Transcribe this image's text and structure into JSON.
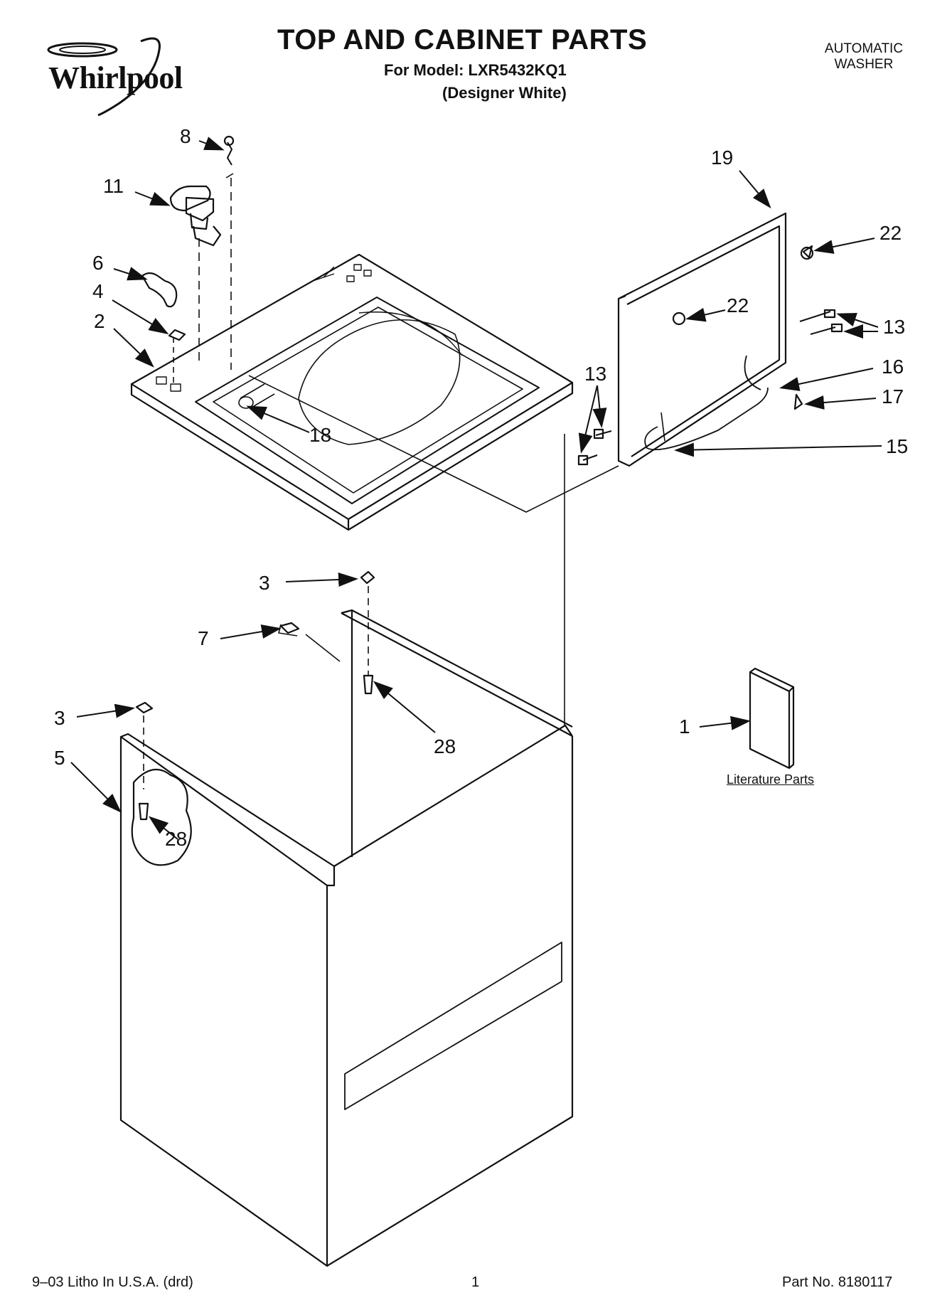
{
  "brand": {
    "logo_text": "Whirlpool"
  },
  "header": {
    "title": "TOP AND CABINET PARTS",
    "model": "For Model: LXR5432KQ1",
    "variant": "(Designer White)",
    "product_line1": "AUTOMATIC",
    "product_line2": "WASHER"
  },
  "callouts": {
    "c8": "8",
    "c11": "11",
    "c6": "6",
    "c4": "4",
    "c2": "2",
    "c18": "18",
    "c19": "19",
    "c22a": "22",
    "c22b": "22",
    "c13a": "13",
    "c13b": "13",
    "c16": "16",
    "c17": "17",
    "c15": "15",
    "c3a": "3",
    "c7": "7",
    "c28a": "28",
    "c3b": "3",
    "c5": "5",
    "c28b": "28",
    "c1": "1"
  },
  "literature_label": "Literature Parts",
  "footer": {
    "left": "9–03 Litho In U.S.A. (drd)",
    "page": "1",
    "part": "Part No. 8180117"
  }
}
